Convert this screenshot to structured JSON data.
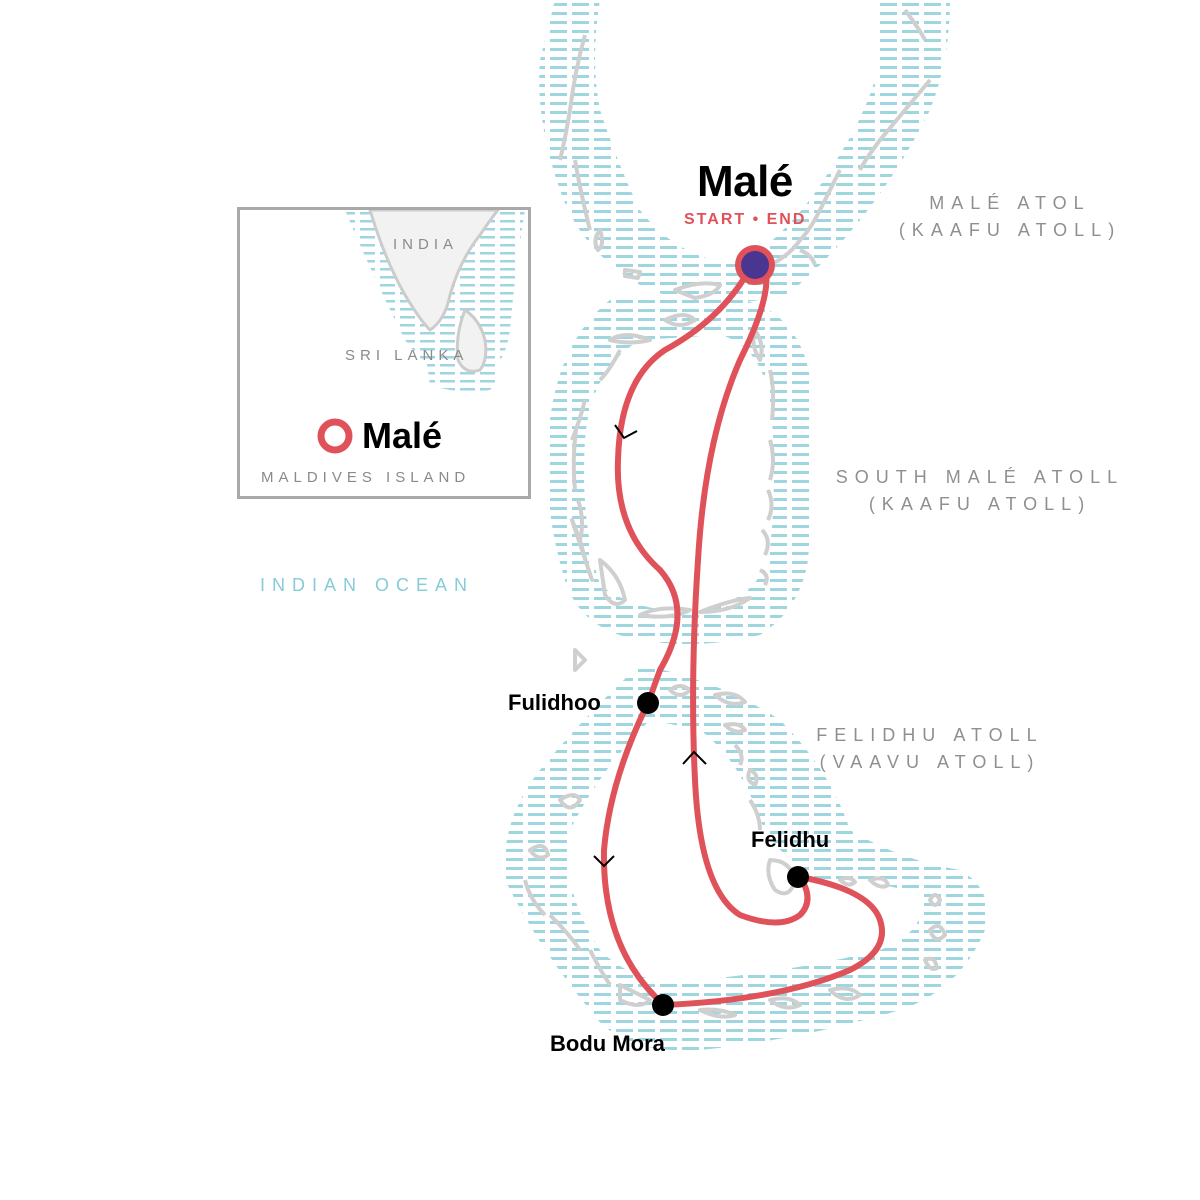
{
  "colors": {
    "route": "#e0525a",
    "water_hatch": "#9ed6e0",
    "island_outline": "#cfcfcf",
    "stop_marker": "#000000",
    "start_marker_fill": "#4a3591",
    "start_marker_ring": "#e0525a",
    "label_gray": "#8f8f8f",
    "ocean_label": "#86ccd8"
  },
  "start": {
    "name": "Malé",
    "tag": "START • END"
  },
  "stops": [
    {
      "name": "Fulidhoo"
    },
    {
      "name": "Felidhu"
    },
    {
      "name": "Bodu Mora"
    }
  ],
  "regions": {
    "male_atol": {
      "line1": "MALÉ ATOL",
      "line2": "(KAAFU ATOLL)"
    },
    "south_male_atoll": {
      "line1": "SOUTH MALÉ ATOLL",
      "line2": "(KAAFU ATOLL)"
    },
    "felidhu_atoll": {
      "line1": "FELIDHU ATOLL",
      "line2": "(VAAVU ATOLL)"
    },
    "ocean": "INDIAN OCEAN"
  },
  "inset": {
    "country1": "INDIA",
    "country2": "SRI LANKA",
    "marker_label": "Malé",
    "caption": "MALDIVES ISLAND"
  },
  "route_icons": [
    "direction-arrow-icon",
    "direction-arrow-icon",
    "direction-arrow-icon"
  ]
}
